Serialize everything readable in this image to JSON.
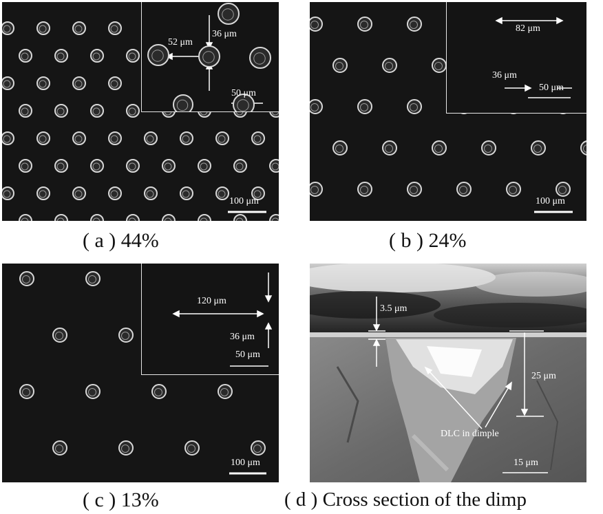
{
  "panels": {
    "a": {
      "caption": "( a ) 44%",
      "inset_h": "52 μm",
      "inset_v": "36 μm",
      "inset_scale": "50 μm",
      "scale": "100 μm"
    },
    "b": {
      "caption": "( b ) 24%",
      "inset_h": "82 μm",
      "inset_v": "36 μm",
      "inset_scale": "50 μm",
      "scale": "100 μm"
    },
    "c": {
      "caption": "( c ) 13%",
      "inset_h": "120 μm",
      "inset_v": "36 μm",
      "inset_scale": "50 μm",
      "scale": "100 μm"
    },
    "d": {
      "caption": "( d ) Cross section of the dimp",
      "thickness": "3.5 μm",
      "depth": "25 μm",
      "note": "DLC in dimple",
      "scale": "15 μm"
    }
  },
  "colors": {
    "background": "#151515",
    "ring": "#d8d8d8",
    "text": "#ffffff"
  }
}
